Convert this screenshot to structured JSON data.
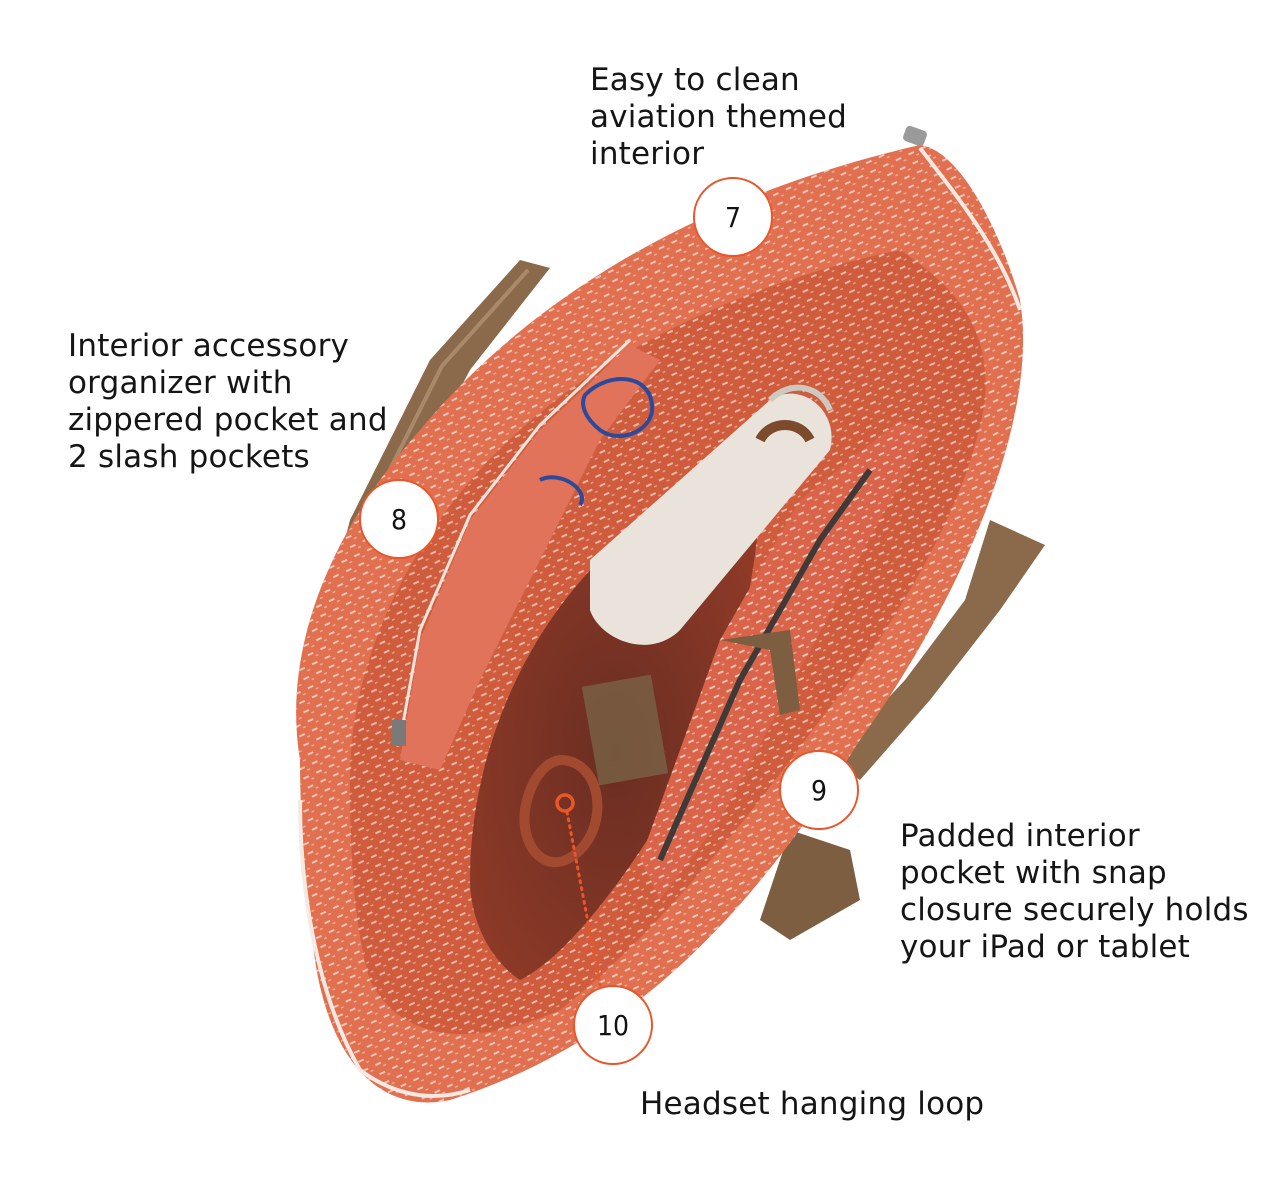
{
  "callouts": {
    "c7": {
      "number": "7",
      "lines": [
        "Easy to clean",
        "aviation themed",
        "interior"
      ]
    },
    "c8": {
      "number": "8",
      "lines": [
        "Interior accessory",
        "organizer with",
        "zippered pocket and",
        "2 slash pockets"
      ]
    },
    "c9": {
      "number": "9",
      "lines": [
        "Padded interior",
        "pocket with snap",
        "closure securely holds",
        "your iPad or tablet"
      ]
    },
    "c10": {
      "number": "10",
      "lines": [
        "Headset hanging loop"
      ]
    }
  },
  "colors": {
    "accent": "#e8562a",
    "bag_body": "#e0704f",
    "bag_dark": "#b8462c",
    "handle": "#8a6a4a",
    "interior_dark": "#5a2a1e"
  }
}
